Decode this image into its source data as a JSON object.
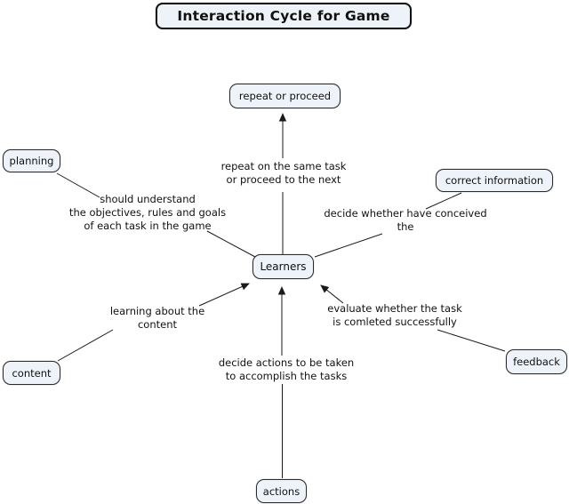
{
  "title": "Interaction Cycle for Game",
  "nodes": {
    "repeat_or_proceed": "repeat or proceed",
    "planning": "planning",
    "correct_information": "correct information",
    "learners": "Learners",
    "content": "content",
    "feedback": "feedback",
    "actions": "actions"
  },
  "edge_labels": {
    "repeat": "repeat on the same task\nor proceed to the next",
    "planning": "should understand\nthe objectives, rules and goals\nof each task in the game",
    "conceived": "decide whether have conceived\nthe",
    "learning": "learning about the\ncontent",
    "evaluate": "evaluate whether the task\nis comleted successfully",
    "actions": "decide actions to be taken\nto accomplish the tasks"
  },
  "edges": [
    {
      "from": "Learners",
      "label": "repeat on the same task or proceed to the next",
      "to": "repeat or proceed",
      "arrowhead": true
    },
    {
      "from": "planning",
      "label": "should understand the objectives, rules and goals of each task in the game",
      "to": "Learners",
      "arrowhead": false
    },
    {
      "from": "correct information",
      "label": "decide whether have conceived the",
      "to": "Learners",
      "arrowhead": false
    },
    {
      "from": "content",
      "label": "learning about the content",
      "to": "Learners",
      "arrowhead": true
    },
    {
      "from": "feedback",
      "label": "evaluate whether the task is comleted successfully",
      "to": "Learners",
      "arrowhead": true
    },
    {
      "from": "actions",
      "label": "decide actions to be taken to accomplish the tasks",
      "to": "Learners",
      "arrowhead": true
    }
  ],
  "colors": {
    "node_fill": "#edf3f8",
    "node_border": "#2b2b2b",
    "line": "#1a1a1a",
    "background": "#ffffff"
  }
}
